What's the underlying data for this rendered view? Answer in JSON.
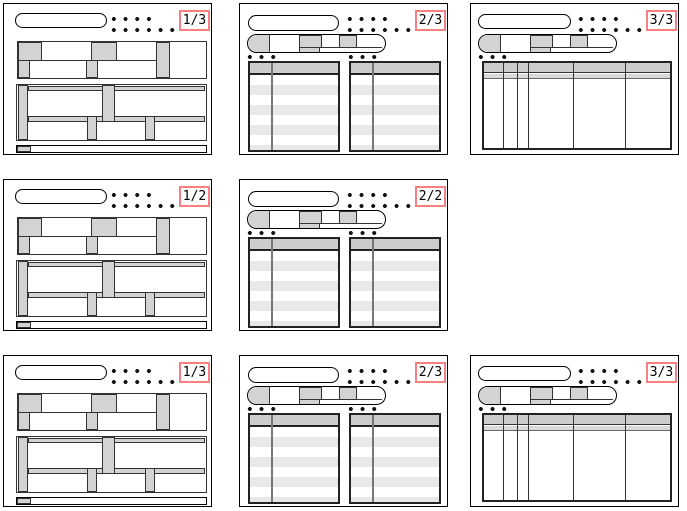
{
  "panels": [
    {
      "badge": "1/3"
    },
    {
      "badge": "2/3"
    },
    {
      "badge": "3/3"
    },
    {
      "badge": "1/2"
    },
    {
      "badge": "2/2"
    },
    {
      "badge": "1/3"
    },
    {
      "badge": "2/3"
    },
    {
      "badge": "3/3"
    }
  ],
  "colors": {
    "badge_border": "#f88080",
    "block_fill": "#d3d3d3",
    "table_header_fill": "#cccccc",
    "stripe_fill": "#e9e9e9",
    "outline": "#333333"
  }
}
